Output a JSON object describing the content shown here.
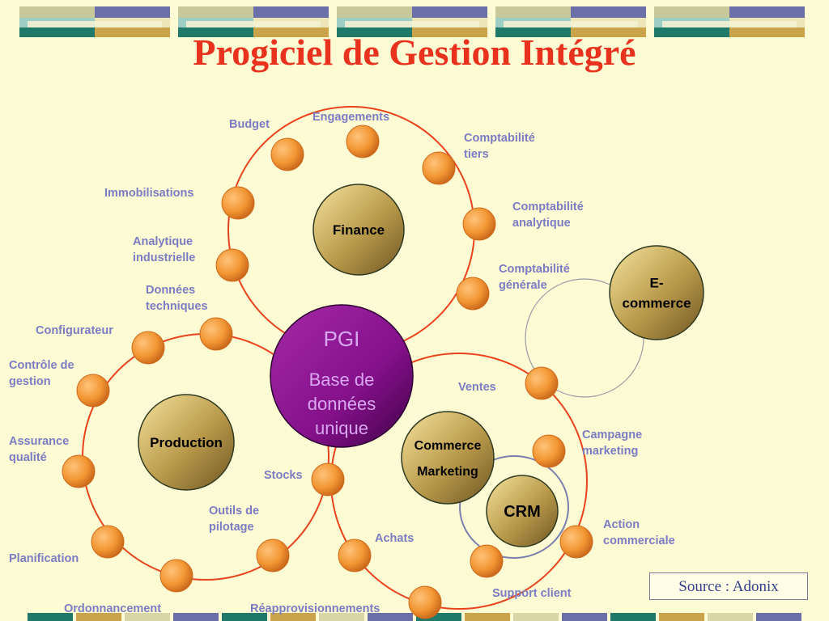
{
  "title": "Progiciel de Gestion Intégré",
  "source": "Source : Adonix",
  "center": {
    "title": "PGI",
    "lines": [
      "Base de",
      "données",
      "unique"
    ]
  },
  "hubs": {
    "finance": "Finance",
    "ecommerce": [
      "E-",
      "commerce"
    ],
    "production": "Production",
    "commerce": [
      "Commerce",
      "Marketing"
    ],
    "crm": "CRM"
  },
  "modules": {
    "budget": [
      "Budget"
    ],
    "engagements": [
      "Engagements"
    ],
    "comptabilite_tiers": [
      "Comptabilité",
      "tiers"
    ],
    "immobilisations": [
      "Immobilisations"
    ],
    "comptabilite_analytique": [
      "Comptabilité",
      "analytique"
    ],
    "analytique_industrielle": [
      "Analytique",
      "industrielle"
    ],
    "comptabilite_generale": [
      "Comptabilité",
      "générale"
    ],
    "donnees_techniques": [
      "Données",
      "techniques"
    ],
    "configurateur": [
      "Configurateur"
    ],
    "controle_gestion": [
      "Contrôle de",
      "gestion"
    ],
    "ventes": [
      "Ventes"
    ],
    "campagne_marketing": [
      "Campagne",
      "marketing"
    ],
    "assurance_qualite": [
      "Assurance",
      "qualité"
    ],
    "stocks": [
      "Stocks"
    ],
    "outils_pilotage": [
      "Outils de",
      "pilotage"
    ],
    "action_commerciale": [
      "Action",
      "commerciale"
    ],
    "achats": [
      "Achats"
    ],
    "planification": [
      "Planification"
    ],
    "support_client": [
      "Support client"
    ],
    "ordonnancement": [
      "Ordonnancement"
    ],
    "reapprovisionnements": [
      "Réapprovisionnements"
    ]
  },
  "colors": {
    "background": "#fdfbd3",
    "title": "#e8321e",
    "ring": "#e8431c",
    "label": "#7b7cc4",
    "node": "#f29633",
    "center": "#8a0d8c",
    "hub_light": "#f5e29c",
    "hub_dark": "#85692e",
    "crm_loop": "#7a7fb0"
  }
}
